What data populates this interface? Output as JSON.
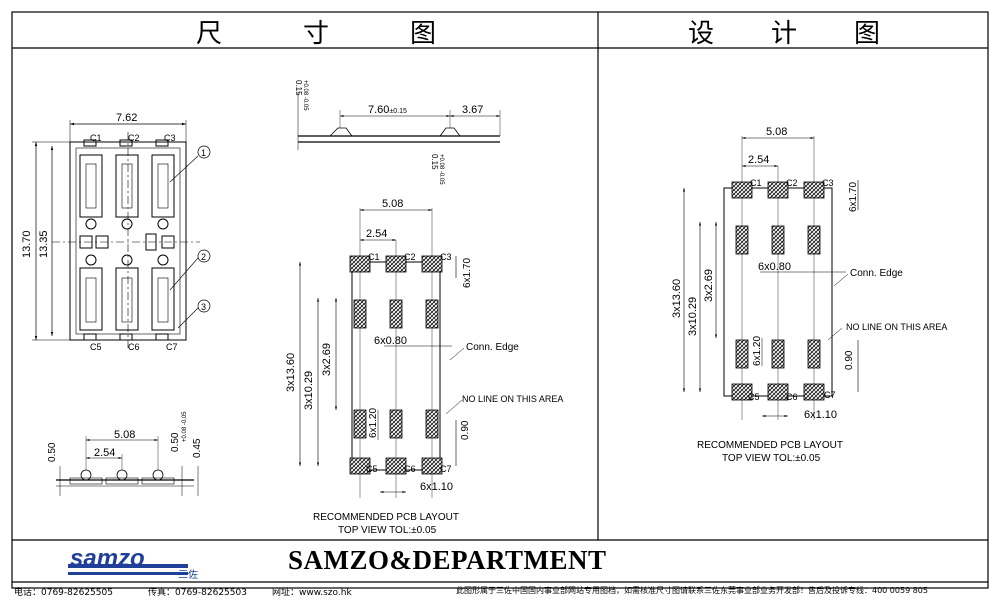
{
  "header": {
    "left_title": [
      "尺",
      "寸",
      "图"
    ],
    "right_title": [
      "设",
      "计",
      "图"
    ]
  },
  "part_drawing": {
    "width_dim": "7.62",
    "height_outer": "13.70",
    "height_inner": "13.35",
    "contacts_top": [
      "C1",
      "C2",
      "C3"
    ],
    "contacts_bottom": [
      "C5",
      "C6",
      "C7"
    ],
    "callouts": [
      "1",
      "2",
      "3"
    ]
  },
  "side_view": {
    "pitch": "5.08",
    "half_pitch": "2.54",
    "h_left": "0.50",
    "h_mid": "0.50",
    "h_mid_tol": "+0.08 -0.05",
    "h_right": "0.45"
  },
  "top_view": {
    "length": "7.60",
    "length_tol": "±0.15",
    "overhang": "3.67",
    "thk_top": "0.15",
    "thk_top_tol": "+0.08 -0.05",
    "thk_bottom": "0.15",
    "thk_bottom_tol": "+0.08 -0.05"
  },
  "pcb_layout": {
    "pitch": "5.08",
    "half_pitch": "2.54",
    "pad_length": "6x1.70",
    "pad_width": "6x0.80",
    "conn_edge": "Conn. Edge",
    "no_line": "NO LINE ON THIS AREA",
    "dim_13_60": "3x13.60",
    "dim_10_29": "3x10.29",
    "dim_2_69": "3x2.69",
    "dim_1_20": "6x1.20",
    "dim_0_90": "0.90",
    "dim_1_10": "6x1.10",
    "contacts_top": [
      "C1",
      "C2",
      "C3"
    ],
    "contacts_bottom": [
      "C5",
      "C6",
      "C7"
    ],
    "caption_1": "RECOMMENDED PCB LAYOUT",
    "caption_2": "TOP VIEW TOL:±0.05"
  },
  "brand": {
    "logo_text": "samzo",
    "logo_cn": "三佐",
    "name": "SAMZO&DEPARTMENT"
  },
  "footer": {
    "phone": "电话：0769-82625505",
    "fax": "传真：0769-82625503",
    "site": "网址：www.szo.hk",
    "notice": "此图形属于三佐中国国内事业部网站专用图档，如需核准尺寸图请联系三佐东莞事业部业务开发部！售后及投诉专线：400 0059 805"
  }
}
